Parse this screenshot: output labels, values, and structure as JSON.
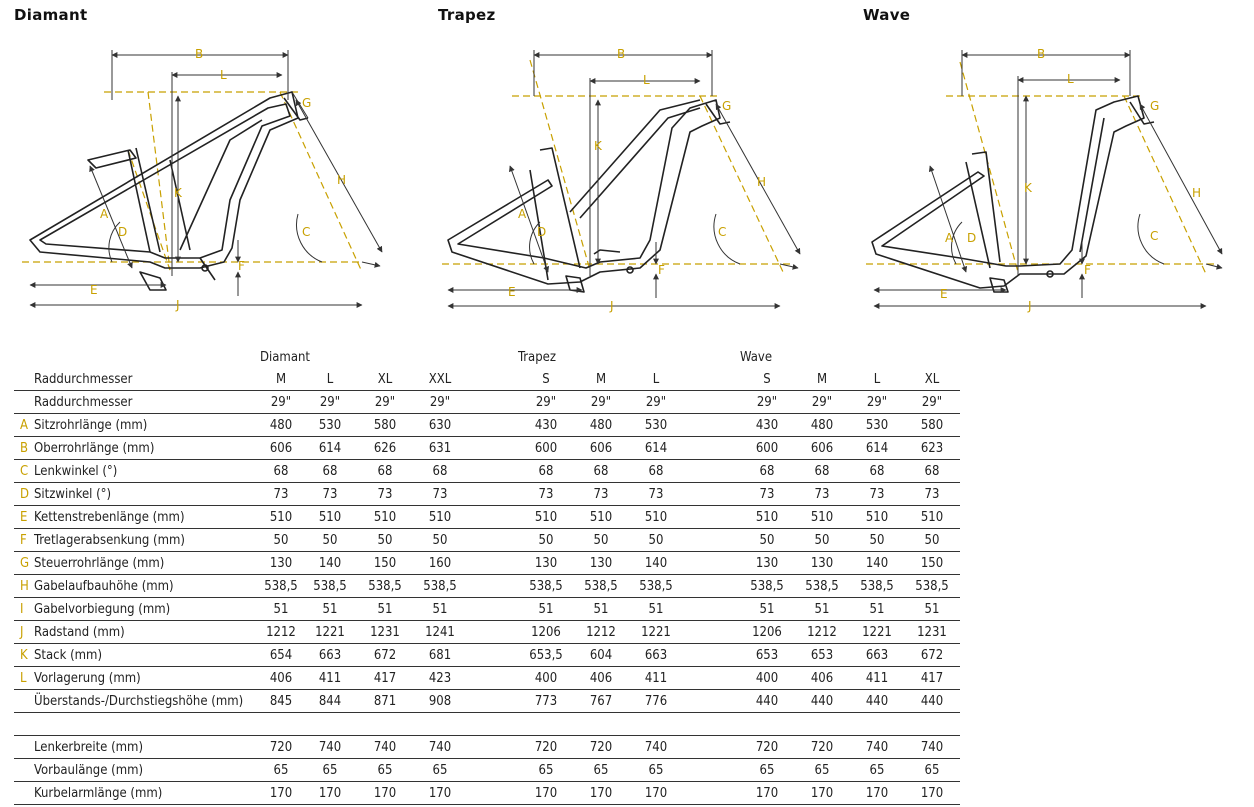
{
  "titles": {
    "diamant": "Diamant",
    "trapez": "Trapez",
    "wave": "Wave"
  },
  "dimension_letters": [
    "A",
    "B",
    "C",
    "D",
    "E",
    "F",
    "G",
    "H",
    "I",
    "J",
    "K",
    "L"
  ],
  "colors": {
    "accent": "#c8a000",
    "frame": "#222222",
    "dim_line": "#333333"
  },
  "table": {
    "groups": {
      "diamant": "Diamant",
      "trapez": "Trapez",
      "wave": "Wave"
    },
    "sizes_label": "Raddurchmesser",
    "sizes": [
      "M",
      "L",
      "XL",
      "XXL",
      "S",
      "M",
      "L",
      "S",
      "M",
      "L",
      "XL"
    ],
    "rows": [
      {
        "letter": "",
        "label": "Raddurchmesser",
        "values": [
          "29\"",
          "29\"",
          "29\"",
          "29\"",
          "29\"",
          "29\"",
          "29\"",
          "29\"",
          "29\"",
          "29\"",
          "29\""
        ]
      },
      {
        "letter": "A",
        "label": "Sitzrohrlänge (mm)",
        "values": [
          "480",
          "530",
          "580",
          "630",
          "430",
          "480",
          "530",
          "430",
          "480",
          "530",
          "580"
        ]
      },
      {
        "letter": "B",
        "label": "Oberrohrlänge (mm)",
        "values": [
          "606",
          "614",
          "626",
          "631",
          "600",
          "606",
          "614",
          "600",
          "606",
          "614",
          "623"
        ]
      },
      {
        "letter": "C",
        "label": "Lenkwinkel (°)",
        "values": [
          "68",
          "68",
          "68",
          "68",
          "68",
          "68",
          "68",
          "68",
          "68",
          "68",
          "68"
        ]
      },
      {
        "letter": "D",
        "label": "Sitzwinkel (°)",
        "values": [
          "73",
          "73",
          "73",
          "73",
          "73",
          "73",
          "73",
          "73",
          "73",
          "73",
          "73"
        ]
      },
      {
        "letter": "E",
        "label": "Kettenstrebenlänge (mm)",
        "values": [
          "510",
          "510",
          "510",
          "510",
          "510",
          "510",
          "510",
          "510",
          "510",
          "510",
          "510"
        ]
      },
      {
        "letter": "F",
        "label": "Tretlagerabsenkung (mm)",
        "values": [
          "50",
          "50",
          "50",
          "50",
          "50",
          "50",
          "50",
          "50",
          "50",
          "50",
          "50"
        ]
      },
      {
        "letter": "G",
        "label": "Steuerrohrlänge (mm)",
        "values": [
          "130",
          "140",
          "150",
          "160",
          "130",
          "130",
          "140",
          "130",
          "130",
          "140",
          "150"
        ]
      },
      {
        "letter": "H",
        "label": "Gabelaufbauhöhe (mm)",
        "values": [
          "538,5",
          "538,5",
          "538,5",
          "538,5",
          "538,5",
          "538,5",
          "538,5",
          "538,5",
          "538,5",
          "538,5",
          "538,5"
        ]
      },
      {
        "letter": "I",
        "label": "Gabelvorbiegung (mm)",
        "values": [
          "51",
          "51",
          "51",
          "51",
          "51",
          "51",
          "51",
          "51",
          "51",
          "51",
          "51"
        ]
      },
      {
        "letter": "J",
        "label": "Radstand (mm)",
        "values": [
          "1212",
          "1221",
          "1231",
          "1241",
          "1206",
          "1212",
          "1221",
          "1206",
          "1212",
          "1221",
          "1231"
        ]
      },
      {
        "letter": "K",
        "label": "Stack (mm)",
        "values": [
          "654",
          "663",
          "672",
          "681",
          "653,5",
          "604",
          "663",
          "653",
          "653",
          "663",
          "672"
        ]
      },
      {
        "letter": "L",
        "label": "Vorlagerung (mm)",
        "values": [
          "406",
          "411",
          "417",
          "423",
          "400",
          "406",
          "411",
          "400",
          "406",
          "411",
          "417"
        ]
      },
      {
        "letter": "",
        "label": "Überstands-/Durchstiegshöhe (mm)",
        "values": [
          "845",
          "844",
          "871",
          "908",
          "773",
          "767",
          "776",
          "440",
          "440",
          "440",
          "440"
        ]
      }
    ],
    "extra_rows": [
      {
        "letter": "",
        "label": "Lenkerbreite (mm)",
        "values": [
          "720",
          "740",
          "740",
          "740",
          "720",
          "720",
          "740",
          "720",
          "720",
          "740",
          "740"
        ]
      },
      {
        "letter": "",
        "label": "Vorbaulänge (mm)",
        "values": [
          "65",
          "65",
          "65",
          "65",
          "65",
          "65",
          "65",
          "65",
          "65",
          "65",
          "65"
        ]
      },
      {
        "letter": "",
        "label": "Kurbelarmlänge (mm)",
        "values": [
          "170",
          "170",
          "170",
          "170",
          "170",
          "170",
          "170",
          "170",
          "170",
          "170",
          "170"
        ]
      }
    ]
  }
}
